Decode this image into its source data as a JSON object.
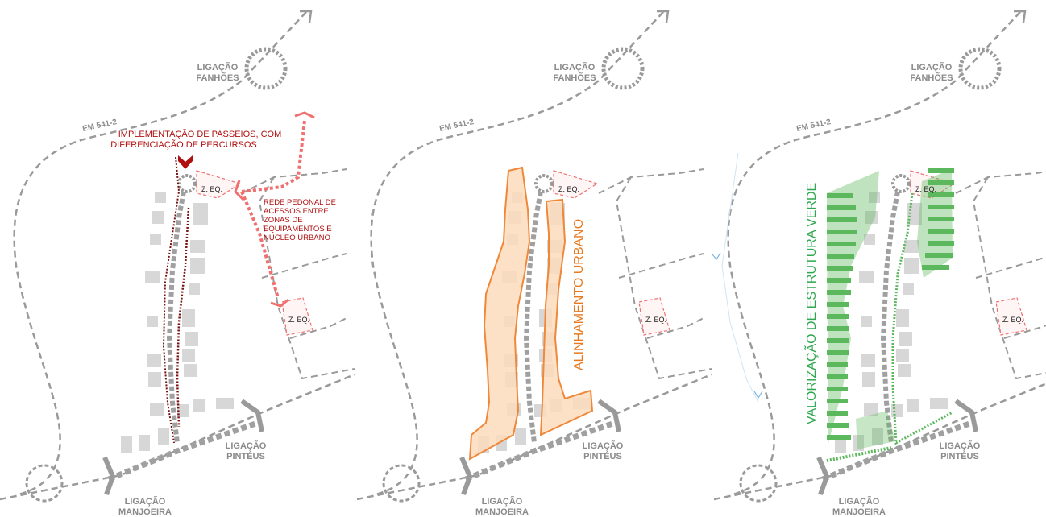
{
  "colors": {
    "road": "#9a9a9a",
    "building": "#d7d7d7",
    "path_red": "#7a1010",
    "pedestrian_network": "#f07070",
    "urban_alignment_fill": "#fcdcbc",
    "urban_alignment_stroke": "#f0883a",
    "green_structure": "#5cb85c",
    "green_area": "#a6d7a6"
  },
  "labels": {
    "fanhoes": [
      "LIGAÇÃO",
      "FANHÕES"
    ],
    "pinteus": [
      "LIGAÇÃO",
      "PINTÉUS"
    ],
    "manjoeira": [
      "LIGAÇÃO",
      "MANJOEIRA"
    ],
    "road_code": "EM 541-2",
    "equipment_zone": "Z. EQ."
  },
  "panel1": {
    "sidewalks_note": [
      "IMPLEMENTAÇÃO DE PASSEIOS, COM",
      "DIFERENCIAÇÃO DE PERCURSOS"
    ],
    "pedestrian_network_note": [
      "REDE PEDONAL DE",
      "ACESSOS ENTRE",
      "ZONAS DE",
      "EQUIPAMENTOS E",
      "NÚCLEO URBANO"
    ]
  },
  "panel2": {
    "vertical_label": "ALINHAMENTO URBANO"
  },
  "panel3": {
    "vertical_label": "VALORIZAÇÃO DE ESTRUTURA VERDE"
  }
}
